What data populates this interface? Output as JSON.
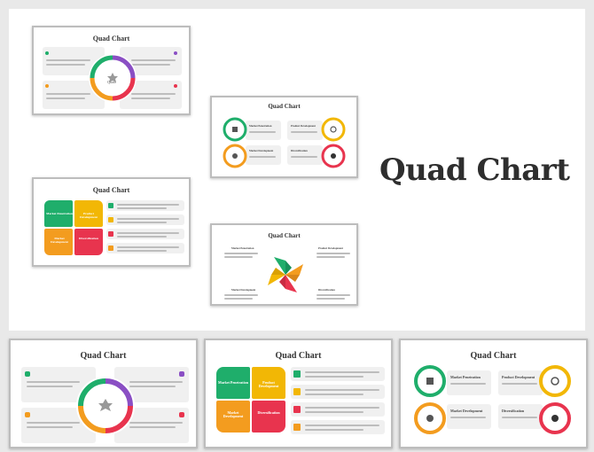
{
  "showcase": {
    "title": "Quad Chart",
    "slide_title": "Quad Chart",
    "center_label": "Quad",
    "labels": {
      "market_penetration": "Market Penetration",
      "product_development": "Product Development",
      "market_development": "Market Development",
      "diversification": "Diversification"
    }
  },
  "colors": {
    "green": "#1fae6b",
    "purple": "#8a4fc4",
    "orange": "#f39c1f",
    "red": "#e8344e",
    "yellow": "#f2b705"
  }
}
